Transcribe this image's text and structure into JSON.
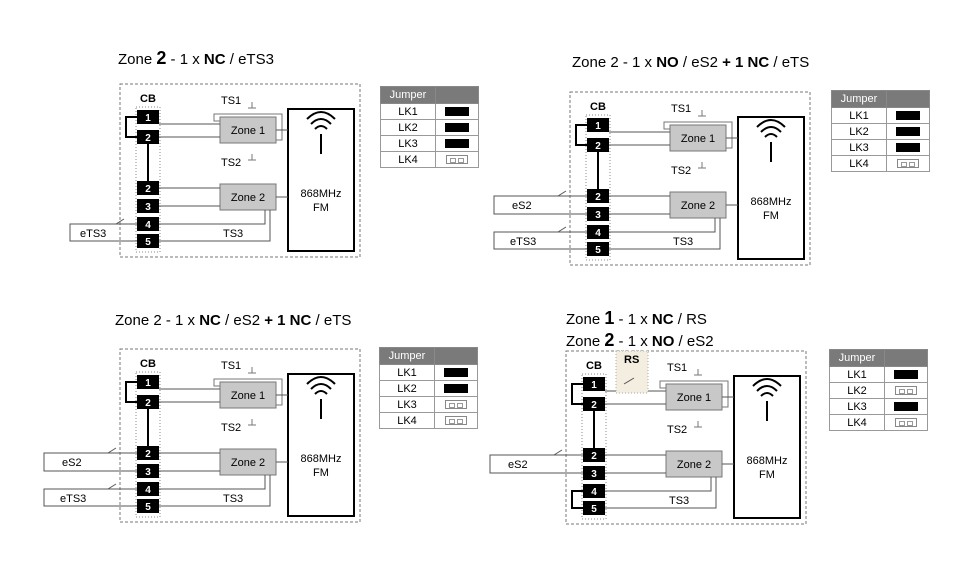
{
  "labels": {
    "cb": "CB",
    "ts1": "TS1",
    "ts2": "TS2",
    "ts3": "TS3",
    "zone1": "Zone 1",
    "zone2": "Zone 2",
    "radio1": "868MHz",
    "radio2": "FM",
    "ets3": "eTS3",
    "es2": "eS2",
    "rs": "RS",
    "jumper": "Jumper",
    "t1": "1",
    "t2": "2",
    "t3": "3",
    "t4": "4",
    "t5": "5"
  },
  "panels": [
    {
      "title": [
        {
          "t": "Zone ",
          "b": false
        },
        {
          "t": "2",
          "b": true,
          "big": true
        },
        {
          "t": "  -  1 x ",
          "b": false
        },
        {
          "t": "NC",
          "b": true
        },
        {
          "t": " / eTS3",
          "b": false
        }
      ],
      "jumpers": [
        [
          "LK1",
          "on"
        ],
        [
          "LK2",
          "on"
        ],
        [
          "LK3",
          "on"
        ],
        [
          "LK4",
          "off"
        ]
      ]
    },
    {
      "title": [
        {
          "t": "Zone 2  -   1  x   ",
          "b": false
        },
        {
          "t": "NO",
          "b": true
        },
        {
          "t": " / eS2 ",
          "b": false
        },
        {
          "t": "+ 1 NC",
          "b": true
        },
        {
          "t": " / eTS",
          "b": false
        }
      ],
      "jumpers": [
        [
          "LK1",
          "on"
        ],
        [
          "LK2",
          "on"
        ],
        [
          "LK3",
          "on"
        ],
        [
          "LK4",
          "off"
        ]
      ]
    },
    {
      "title": [
        {
          "t": "Zone 2  -   1  x   ",
          "b": false
        },
        {
          "t": "NC",
          "b": true
        },
        {
          "t": " / eS2 ",
          "b": false
        },
        {
          "t": "+ 1 NC",
          "b": true
        },
        {
          "t": " / eTS",
          "b": false
        }
      ],
      "jumpers": [
        [
          "LK1",
          "on"
        ],
        [
          "LK2",
          "on"
        ],
        [
          "LK3",
          "off"
        ],
        [
          "LK4",
          "off"
        ]
      ]
    },
    {
      "title": [
        {
          "t": "Zone ",
          "b": false
        },
        {
          "t": "1",
          "b": true,
          "big": true
        },
        {
          "t": "  -  1 x ",
          "b": false
        },
        {
          "t": "NC",
          "b": true
        },
        {
          "t": " / RS",
          "b": false
        }
      ],
      "title2": [
        {
          "t": "Zone ",
          "b": false
        },
        {
          "t": "2",
          "b": true,
          "big": true
        },
        {
          "t": "  -  1 x ",
          "b": false
        },
        {
          "t": "NO",
          "b": true
        },
        {
          "t": " / eS2",
          "b": false
        }
      ],
      "jumpers": [
        [
          "LK1",
          "on"
        ],
        [
          "LK2",
          "off"
        ],
        [
          "LK3",
          "on"
        ],
        [
          "LK4",
          "off"
        ]
      ]
    }
  ]
}
